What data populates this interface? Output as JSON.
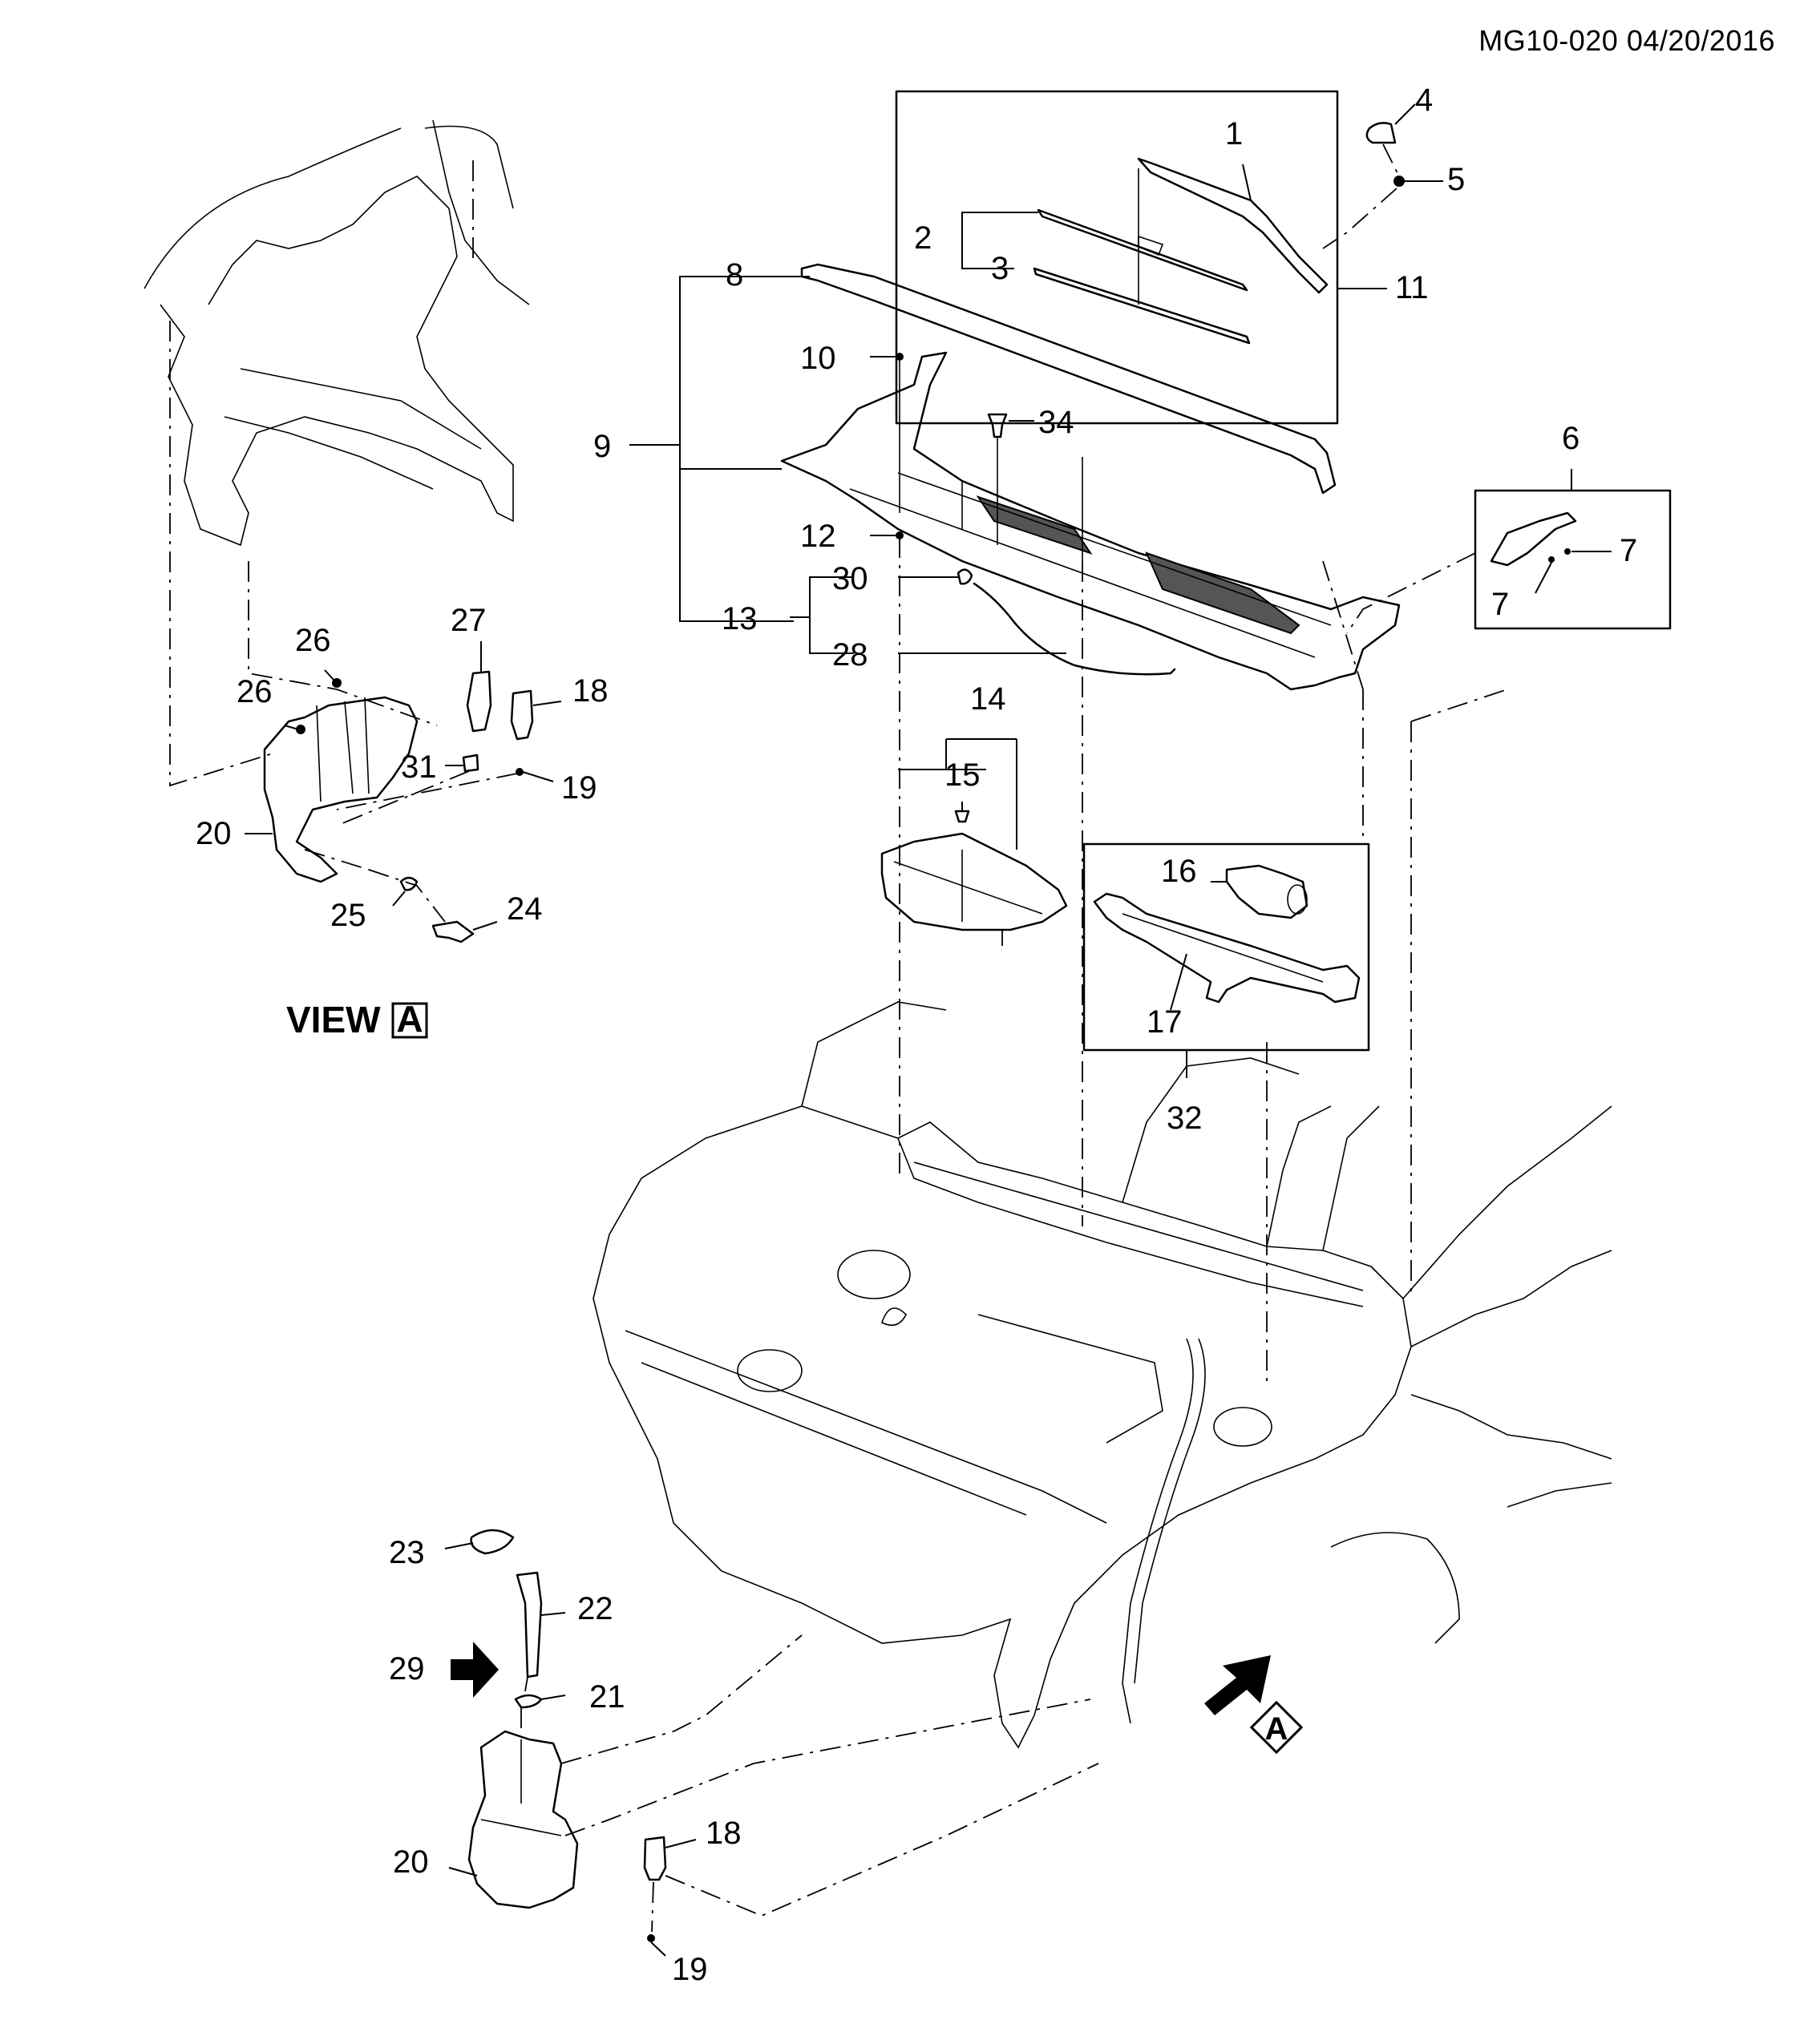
{
  "header": {
    "doc_code": "MG10-020 04/20/2016"
  },
  "view_label": {
    "prefix": "VIEW",
    "letter": "A"
  },
  "callouts": {
    "c1": "1",
    "c2": "2",
    "c3": "3",
    "c4": "4",
    "c5": "5",
    "c6": "6",
    "c7a": "7",
    "c7b": "7",
    "c8": "8",
    "c9": "9",
    "c10": "10",
    "c11": "11",
    "c12": "12",
    "c13": "13",
    "c14": "14",
    "c15": "15",
    "c16": "16",
    "c17": "17",
    "c18a": "18",
    "c18b": "18",
    "c19a": "19",
    "c19b": "19",
    "c20a": "20",
    "c20b": "20",
    "c21": "21",
    "c22": "22",
    "c23": "23",
    "c24": "24",
    "c25": "25",
    "c26a": "26",
    "c26b": "26",
    "c27": "27",
    "c28": "28",
    "c29": "29",
    "c30": "30",
    "c31": "31",
    "c32": "32",
    "c34": "34"
  },
  "arrow_label": "A"
}
